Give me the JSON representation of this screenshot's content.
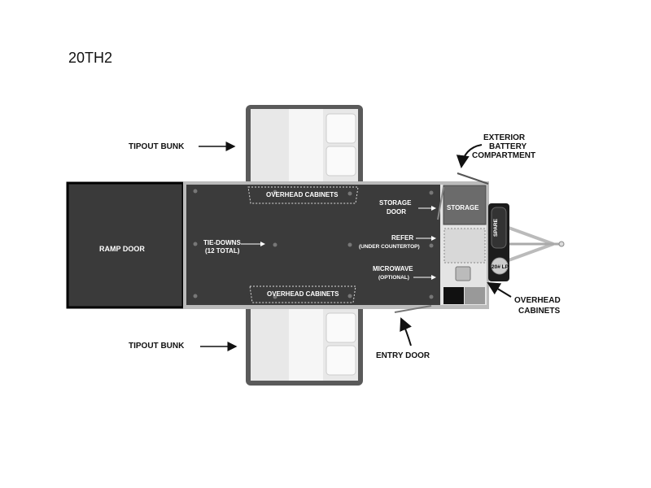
{
  "title": "20TH2",
  "labels": {
    "tipout_bunk_top": "TIPOUT BUNK",
    "tipout_bunk_bottom": "TIPOUT BUNK",
    "ramp_door": "RAMP DOOR",
    "tie_downs": "TIE-DOWNS",
    "tie_downs_count": "(12 TOTAL)",
    "overhead_cabinets_top": "OVERHEAD CABINETS",
    "overhead_cabinets_bottom": "OVERHEAD CABINETS",
    "storage_door_1": "STORAGE",
    "storage_door_2": "DOOR",
    "storage": "STORAGE",
    "refer": "REFER",
    "refer_note": "(UNDER COUNTERTOP)",
    "microwave": "MICROWAVE",
    "microwave_note": "(OPTIONAL)",
    "exterior_1": "EXTERIOR",
    "exterior_2": "BATTERY",
    "exterior_3": "COMPARTMENT",
    "overhead_right_1": "OVERHEAD",
    "overhead_right_2": "CABINETS",
    "entry_door": "ENTRY DOOR",
    "spare": "SPARE",
    "lp": "20# LP"
  }
}
